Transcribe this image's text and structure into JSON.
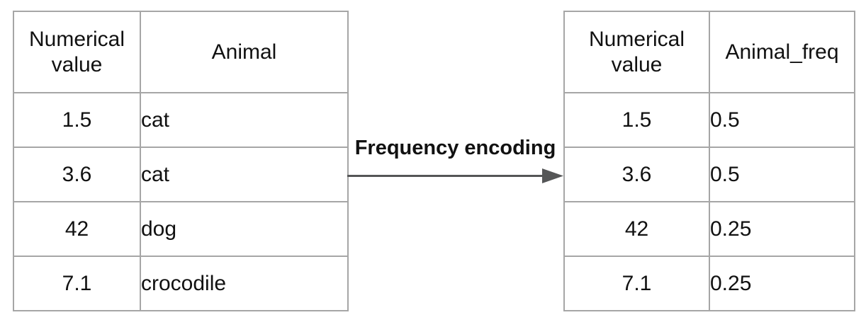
{
  "diagram": {
    "arrow_label": "Frequency encoding",
    "colors": {
      "background": "#ffffff",
      "table_border": "#a6a6a6",
      "arrow": "#555657",
      "text": "#111111"
    }
  },
  "left_table": {
    "headers": [
      "Numerical value",
      "Animal"
    ],
    "rows": [
      [
        "1.5",
        "cat"
      ],
      [
        "3.6",
        "cat"
      ],
      [
        "42",
        "dog"
      ],
      [
        "7.1",
        "crocodile"
      ]
    ]
  },
  "right_table": {
    "headers": [
      "Numerical value",
      "Animal_freq"
    ],
    "rows": [
      [
        "1.5",
        "0.5"
      ],
      [
        "3.6",
        "0.5"
      ],
      [
        "42",
        "0.25"
      ],
      [
        "7.1",
        "0.25"
      ]
    ]
  }
}
